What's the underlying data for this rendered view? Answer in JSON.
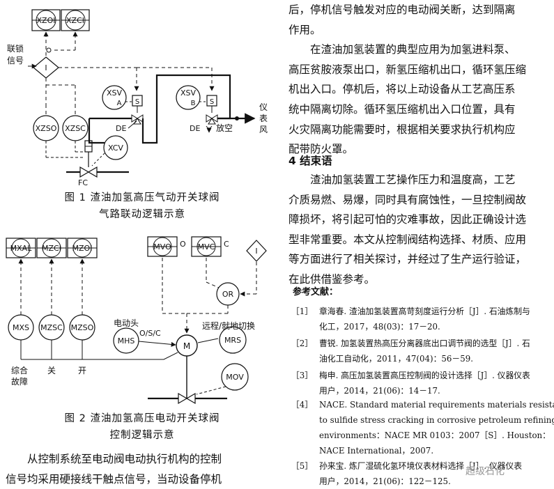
{
  "figure1": {
    "tags": {
      "xzo_top": "XZOI",
      "xzc_top": "XZCI",
      "interlock_1": "联锁",
      "interlock_2": "信号",
      "logic_block": "I",
      "xsv_a_1": "XSV",
      "xsv_a_2": "A",
      "xsv_b_1": "XSV",
      "xsv_b_2": "B",
      "solenoid_a": "S",
      "solenoid_b": "S",
      "xzso": "XZSO",
      "xzsc": "XZSC",
      "xcv": "XCV",
      "de_a": "DE",
      "de_b": "DE",
      "vent": "放空",
      "instrument_air_1": "仪",
      "instrument_air_2": "表",
      "instrument_air_3": "风",
      "fc": "FC"
    },
    "caption_line1": "图 1   渣油加氢高压气动开关球阀",
    "caption_line2": "气路联动逻辑示意"
  },
  "figure2": {
    "tags": {
      "mxal": "MXAL",
      "mzci": "MZCI",
      "mzoi": "MZOI",
      "mvo": "MVO",
      "mvo_suffix": "O",
      "mvc": "MVC",
      "mvc_suffix": "C",
      "logic_block": "I",
      "or_gate": "OR",
      "mxs": "MXS",
      "mzsc": "MZSC",
      "mzso": "MZSO",
      "actuator_label": "电动头",
      "mhs": "MHS",
      "mode": "O/S/C",
      "motor": "M",
      "remote_local": "远程/就地切换",
      "mrs": "MRS",
      "mov": "MOV",
      "fault_1": "综合",
      "fault_2": "故障",
      "close": "关",
      "open": "开"
    },
    "caption_line1": "图 2   渣油加氢高压电动开关球阀",
    "caption_line2": "控制逻辑示意"
  },
  "left_text": [
    "从控制系统至电动阀电动执行机构的控制",
    "信号均采用硬接线干触点信号，当动设备停机"
  ],
  "right_text_top": [
    "后，停机信号触发对应的电动阀关断，达到隔离",
    "作用。",
    "在渣油加氢装置的典型应用为加氢进料泵、",
    "高压贫胺液泵出口，新氢压缩机出口，循环氢压缩",
    "机出入口。停机后，将以上动设备从工艺高压系",
    "统中隔离切除。循环氢压缩机出入口位置，具有",
    "火灾隔离功能需要时，根据相关要求执行机构应",
    "配带防火罩。"
  ],
  "section_heading": "4   结束语",
  "conclusion_text": [
    "渣油加氢装置工艺操作压力和温度高，工艺",
    "介质易燃、易爆，同时具有腐蚀性，一旦控制阀故",
    "障损坏，将引起可怕的灾难事故，因此正确设计选",
    "型非常重要。本文从控制阀结构选择、材质、应用",
    "等方面进行了相关探讨，并经过了生产运行验证，",
    "在此供借鉴参考。"
  ],
  "references_title": "参考文献：",
  "references": [
    {
      "num": "［1］",
      "lines": [
        "章海春. 渣油加氢装置高苛刻度运行分析［J］. 石油炼制与",
        "化工，2017，48(03)：17－20."
      ]
    },
    {
      "num": "［2］",
      "lines": [
        "曹锐. 加氢装置热高压分离器底出口调节阀的选型［J］. 石",
        "油化工自动化，2011，47(04)：56－59."
      ]
    },
    {
      "num": "［3］",
      "lines": [
        "梅申. 高压加氢装置高压控制阀的设计选择［J］. 仪器仪表",
        "用户，2014，21(06)：14－17."
      ]
    },
    {
      "num": "［4］",
      "lines": [
        "NACE. Standard material requirements materials resistant",
        "to sulfide stress cracking in corrosive petroleum refining",
        "environments：NACE MR 0103：2007［S］. Houston：",
        "NACE International，2007."
      ]
    },
    {
      "num": "［5］",
      "lines": [
        "孙来宝. 炼厂湿硫化氢环境仪表材料选择［J］. 仪器仪表",
        "用户，2014，21(06)：122－125."
      ]
    }
  ],
  "watermark": "超级石化"
}
